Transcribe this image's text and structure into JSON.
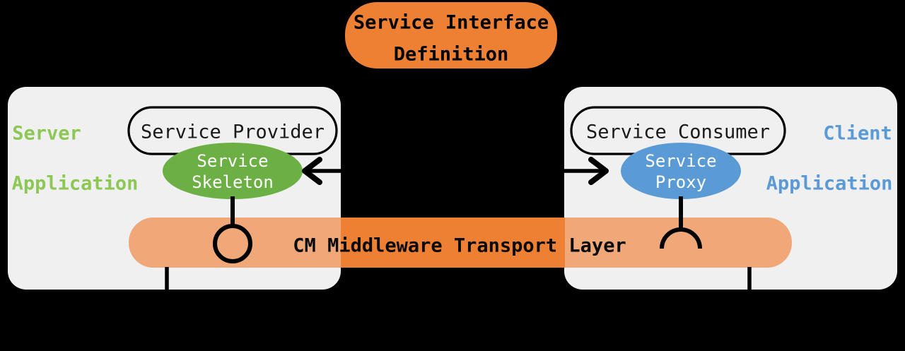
{
  "diagram": {
    "title_node": {
      "label_line1": "Service Interface",
      "label_line2": "Definition",
      "color": "#ED8033"
    },
    "transport": {
      "label": "CM Middleware Transport Layer",
      "color_dark": "#ED8033",
      "color_light": "#F0A878"
    },
    "server_panel": {
      "side_label_line1": "Server",
      "side_label_line2": "Application",
      "side_label_color": "#8DC755",
      "panel_color": "#F0F0F0",
      "role_label": "Service Provider",
      "stub_line1": "Service",
      "stub_line2": "Skeleton",
      "stub_color": "#6CAF44",
      "connector_kind": "provided-interface-ball"
    },
    "client_panel": {
      "side_label_line1": "Client",
      "side_label_line2": "Application",
      "side_label_color": "#5B9BD5",
      "panel_color": "#F0F0F0",
      "role_label": "Service Consumer",
      "stub_line1": "Service",
      "stub_line2": "Proxy",
      "stub_color": "#5B9BD5",
      "connector_kind": "required-interface-socket"
    },
    "arrows": {
      "to_server_label": "",
      "to_client_label": ""
    },
    "background_color": "#000000"
  }
}
